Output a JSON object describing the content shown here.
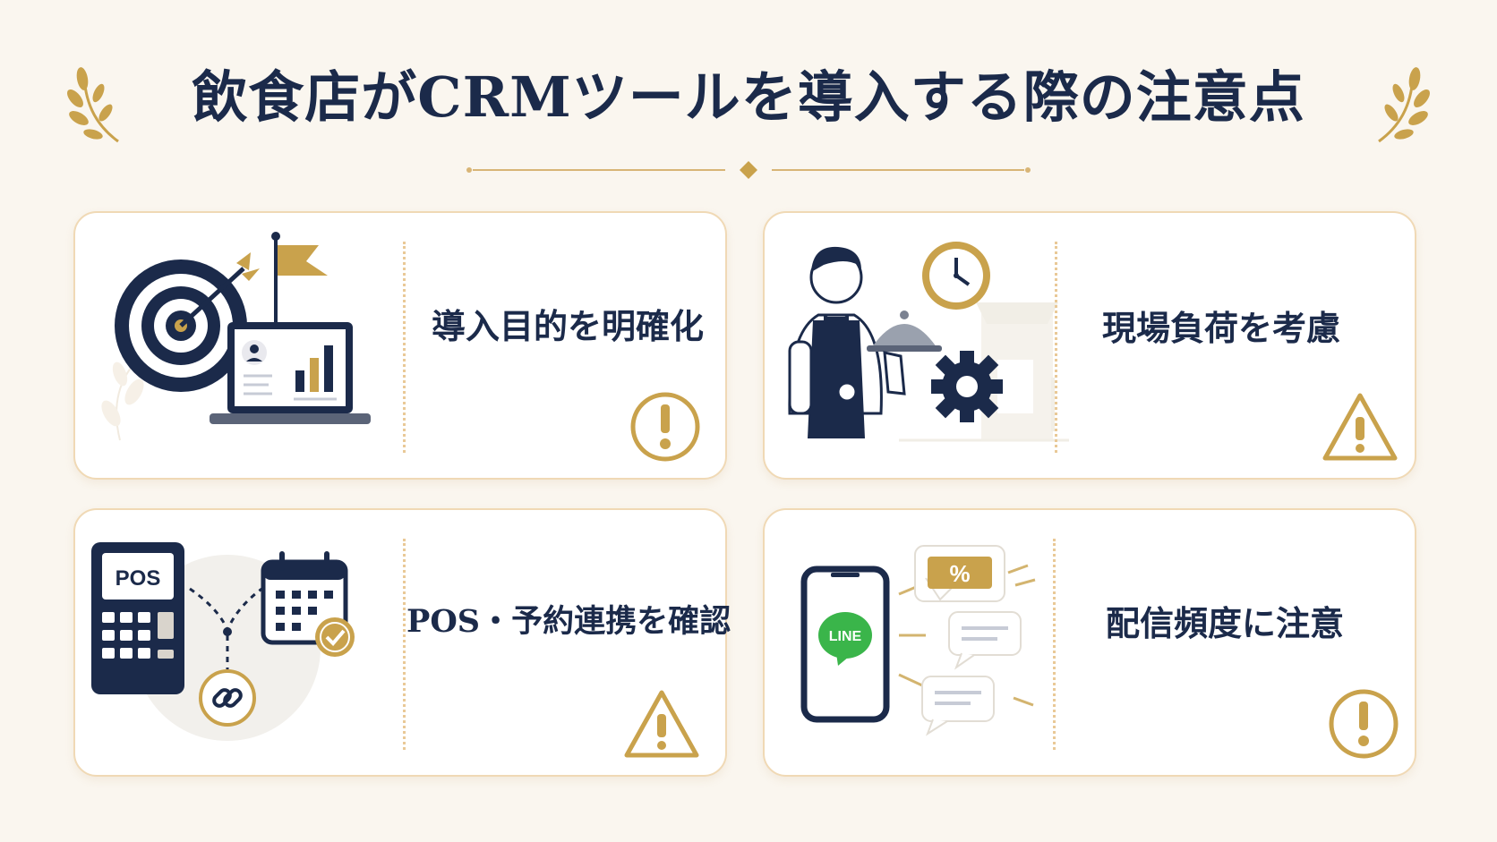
{
  "title": "飲食店がCRMツールを導入する際の注意点",
  "colors": {
    "navy": "#1b2a4a",
    "gold": "#c9a24c",
    "card_border": "#f0d9b5",
    "background": "#faf6ef"
  },
  "cards": [
    {
      "label": "導入目的を明確化",
      "icon": "exclamation-circle-icon"
    },
    {
      "label": "現場負荷を考慮",
      "icon": "warning-triangle-icon"
    },
    {
      "label": "POS・予約連携を確認",
      "icon": "warning-triangle-icon"
    },
    {
      "label": "配信頻度に注意",
      "icon": "exclamation-circle-icon"
    }
  ],
  "illustrations": {
    "pos_screen": "POS",
    "chat_app": "LINE",
    "coupon": "%"
  }
}
